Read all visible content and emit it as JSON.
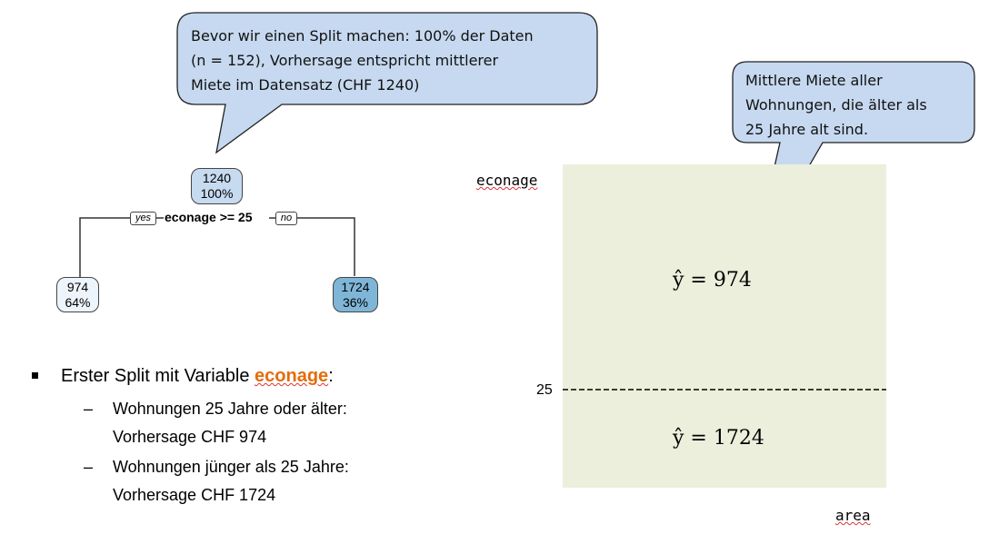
{
  "callouts": {
    "root": "Bevor wir einen Split machen: 100% der Daten",
    "root_line2": "(n = 152), Vorhersage entspricht mittlerer",
    "root_line3": "Miete im Datensatz (CHF 1240)",
    "old_line1": "Mittlere Miete aller",
    "old_line2": "Wohnungen, die älter als",
    "old_line3": "25 Jahre alt sind."
  },
  "tree": {
    "root": {
      "value": "1240",
      "pct": "100%"
    },
    "split_label": "econage >= 25",
    "yes_label": "yes",
    "no_label": "no",
    "left": {
      "value": "974",
      "pct": "64%"
    },
    "right": {
      "value": "1724",
      "pct": "36%"
    }
  },
  "partition": {
    "y_axis": "econage",
    "x_axis": "area",
    "threshold": "25",
    "upper_prediction": "ŷ = 974",
    "lower_prediction": "ŷ = 1724"
  },
  "bullets": {
    "main_prefix": "Erster Split mit Variable ",
    "main_var": "econage",
    "main_suffix": ":",
    "sub": [
      {
        "line1": "Wohnungen 25 Jahre oder älter:",
        "line2": "Vorhersage CHF 974"
      },
      {
        "line1": "Wohnungen jünger als 25 Jahre:",
        "line2": "Vorhersage CHF 1724"
      }
    ]
  },
  "colors": {
    "callout": "#c6d9f0",
    "panel": "#ebefdc",
    "highlight": "#e46c0a",
    "leaf_high": "#7fb6d8",
    "leaf_low": "#eef4fb",
    "root_node": "#c6daf0"
  }
}
